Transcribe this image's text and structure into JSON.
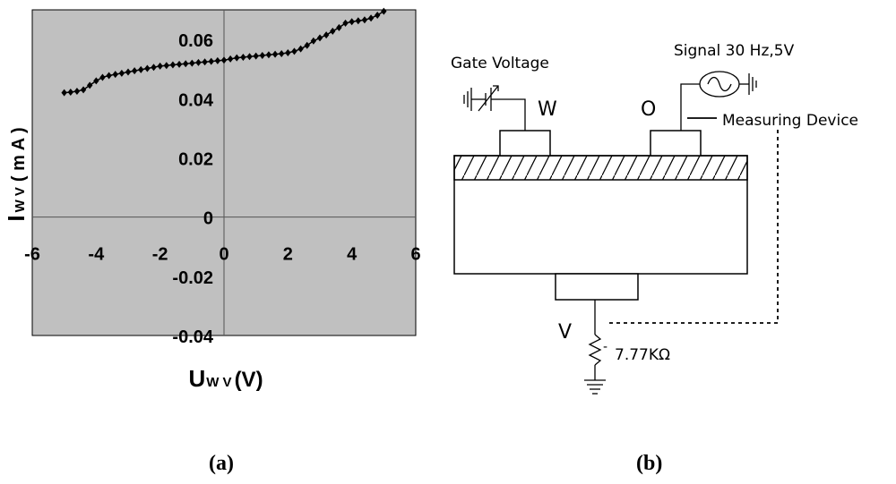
{
  "figure_a": {
    "label": "(a)",
    "chart_data": {
      "type": "scatter",
      "title": "",
      "xlabel_main": "U",
      "xlabel_sub": "W V",
      "xlabel_unit": "(V)",
      "ylabel_main": "I",
      "ylabel_sub": "W V",
      "ylabel_unit": "( m A )",
      "xlim": [
        -6,
        6
      ],
      "ylim": [
        -0.04,
        0.07
      ],
      "x_ticks": [
        -6,
        -4,
        -2,
        0,
        2,
        4,
        6
      ],
      "x_tick_labels": [
        "-6",
        "-4",
        "-2",
        "0",
        "2",
        "4",
        "6"
      ],
      "y_ticks": [
        0.06,
        0.04,
        0.02,
        0,
        -0.02,
        -0.04
      ],
      "y_tick_labels": [
        "0.06",
        "0.04",
        "0.02",
        "0",
        "-0.02",
        "-0.04"
      ],
      "grid": false,
      "plot_background": "#c0c0c0",
      "marker_color": "#000000",
      "x": [
        -5,
        -4.8,
        -4.6,
        -4.4,
        -4.2,
        -4,
        -3.8,
        -3.6,
        -3.4,
        -3.2,
        -3,
        -2.8,
        -2.6,
        -2.4,
        -2.2,
        -2,
        -1.8,
        -1.6,
        -1.4,
        -1.2,
        -1,
        -0.8,
        -0.6,
        -0.4,
        -0.2,
        0,
        0.2,
        0.4,
        0.6,
        0.8,
        1,
        1.2,
        1.4,
        1.6,
        1.8,
        2,
        2.2,
        2.4,
        2.6,
        2.8,
        3,
        3.2,
        3.4,
        3.6,
        3.8,
        4,
        4.2,
        4.4,
        4.6,
        4.8,
        5
      ],
      "y": [
        0.042,
        0.0422,
        0.0425,
        0.043,
        0.0445,
        0.046,
        0.0472,
        0.0478,
        0.0482,
        0.0486,
        0.049,
        0.0494,
        0.0498,
        0.0502,
        0.0506,
        0.051,
        0.0512,
        0.0514,
        0.0516,
        0.0518,
        0.052,
        0.0522,
        0.0524,
        0.0526,
        0.0528,
        0.053,
        0.0534,
        0.0538,
        0.054,
        0.0542,
        0.0544,
        0.0546,
        0.0548,
        0.055,
        0.0552,
        0.0555,
        0.056,
        0.0568,
        0.058,
        0.0595,
        0.0605,
        0.0615,
        0.0628,
        0.064,
        0.0655,
        0.066,
        0.0663,
        0.0666,
        0.0672,
        0.0682,
        0.0695
      ]
    }
  },
  "figure_b": {
    "label": "(b)",
    "gate_voltage_label": "Gate Voltage",
    "signal_label": "Signal 30 Hz,5V",
    "electrode_w_label": "W",
    "electrode_o_label": "O",
    "electrode_v_label": "V",
    "measuring_label": "Measuring Device",
    "resistor_label": "7.77KΩ"
  }
}
